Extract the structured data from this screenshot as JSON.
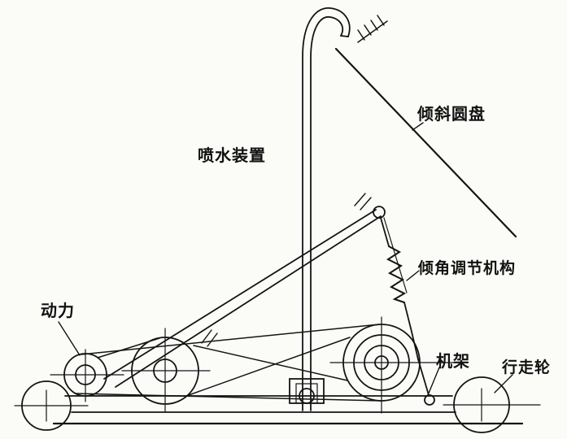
{
  "figure": {
    "type": "mechanical-schematic",
    "description_labels": {
      "spray_device": "喷水装置",
      "inclined_disc": "倾斜圆盘",
      "tilt_adjust_mechanism": "倾角调节机构",
      "power": "动力",
      "frame": "机架",
      "walking_wheel": "行走轮"
    },
    "colors": {
      "paper": "#fbfbf8",
      "ink": "#141414"
    }
  }
}
